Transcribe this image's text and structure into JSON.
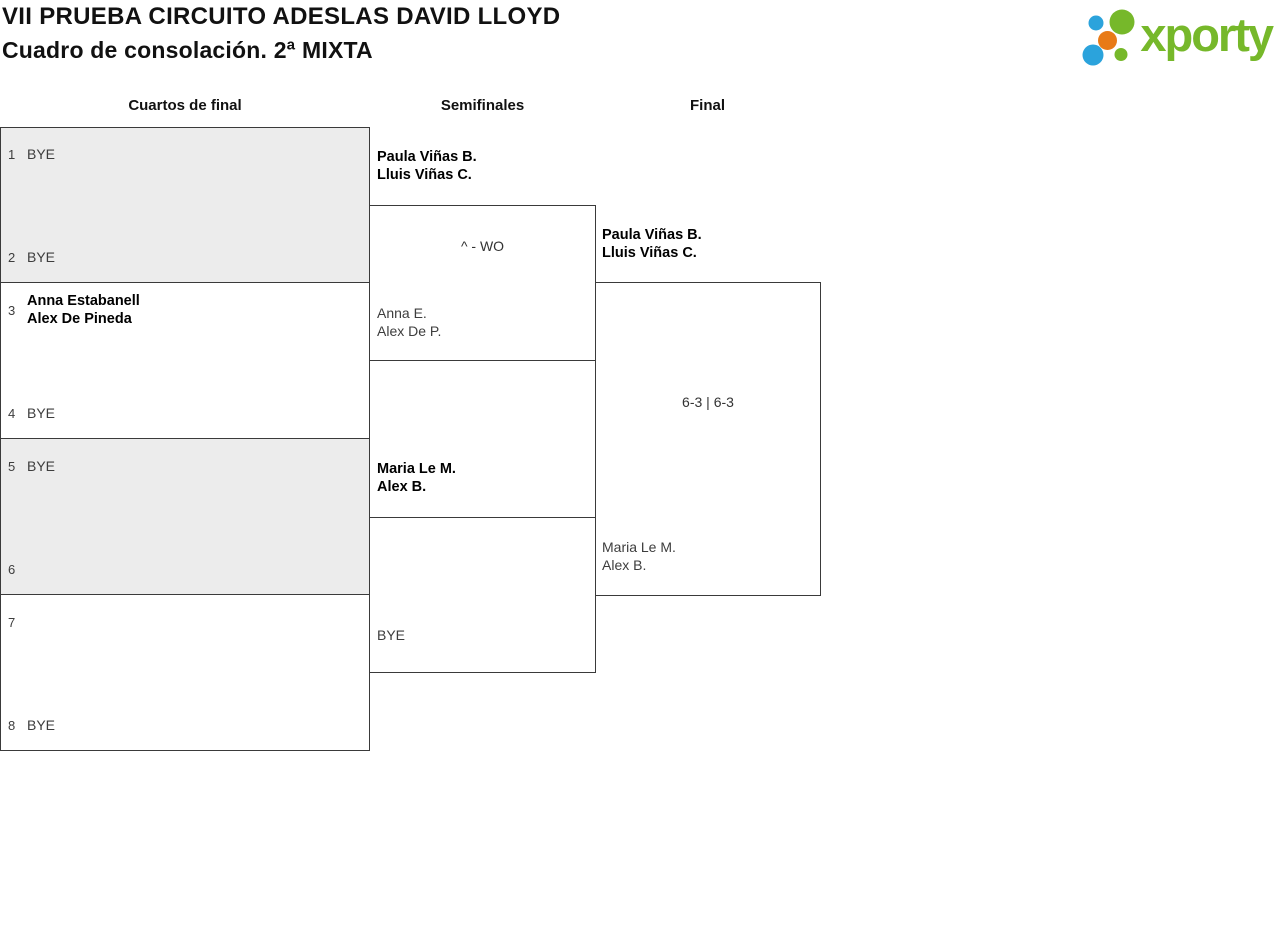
{
  "header": {
    "title": "VII PRUEBA CIRCUITO ADESLAS DAVID LLOYD",
    "subtitle": "Cuadro de consolación. 2ª MIXTA"
  },
  "logo": {
    "brand": "xporty",
    "colors": {
      "green": "#76b82a",
      "blue": "#2ba3dc",
      "orange": "#e87a16"
    }
  },
  "colors": {
    "box_gray": "#ececec",
    "border": "#3a3a3a",
    "bold_name": "#000000",
    "regular_name": "#3d3d3d"
  },
  "bracket": {
    "rounds": [
      {
        "label": "Cuartos de final"
      },
      {
        "label": "Semifinales"
      },
      {
        "label": "Final"
      }
    ],
    "qf_slots": [
      {
        "seed": "1",
        "name": "BYE"
      },
      {
        "seed": "2",
        "name": "BYE"
      },
      {
        "seed": "3",
        "line1": "Anna Estabanell",
        "line2": "Alex De Pineda"
      },
      {
        "seed": "4",
        "name": "BYE"
      },
      {
        "seed": "5",
        "name": "BYE"
      },
      {
        "seed": "6",
        "name": ""
      },
      {
        "seed": "7",
        "name": ""
      },
      {
        "seed": "8",
        "name": "BYE"
      }
    ],
    "semifinals": [
      {
        "top1": "Paula Viñas B.",
        "top2": "Lluis Viñas C.",
        "result": "^ - WO",
        "bottom1": "Anna E.",
        "bottom2": "Alex De P."
      },
      {
        "top1": "Maria Le M.",
        "top2": "Alex B.",
        "result": "",
        "bottom1": "BYE",
        "bottom2": ""
      }
    ],
    "final": {
      "top1": "Paula Viñas B.",
      "top2": "Lluis Viñas C.",
      "result": "6-3 | 6-3",
      "bottom1": "Maria Le M.",
      "bottom2": "Alex B."
    }
  }
}
